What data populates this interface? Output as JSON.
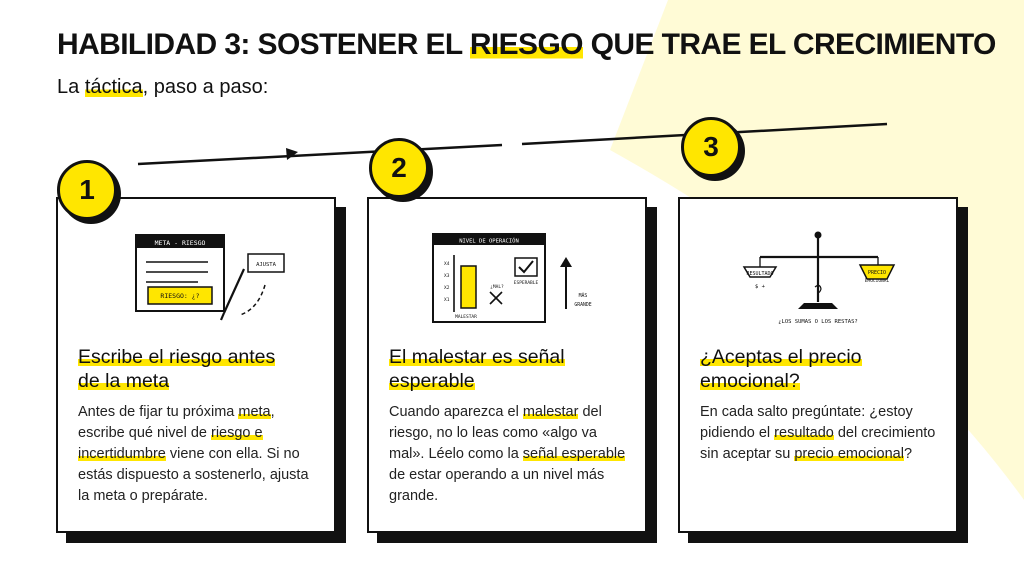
{
  "header": {
    "title_pre": "HABILIDAD 3: SOSTENER EL ",
    "title_hl": "RIESGO",
    "title_post": " QUE TRAE EL CRECIMIENTO",
    "subtitle_pre": "La ",
    "subtitle_hl": "táctica",
    "subtitle_post": ", paso a paso:"
  },
  "colors": {
    "accent": "#ffe600",
    "ink": "#111111",
    "bg_shape": "#fffbd6"
  },
  "cards": [
    {
      "number": "1",
      "title_line1": "Escribe el riesgo antes",
      "title_line2": "de la meta",
      "illustration": {
        "header": "META - RIESGO",
        "field": "RIESGO: ¿?",
        "note": "AJUSTA",
        "icon": "pencil-icon"
      },
      "body": [
        {
          "t": "Antes de fijar tu próxima "
        },
        {
          "t": "meta",
          "h": true
        },
        {
          "t": ", escribe qué nivel de "
        },
        {
          "t": "riesgo e incertidumbre",
          "h": true
        },
        {
          "t": " viene con ella. Si no estás dispuesto a sostenerlo, ajusta la meta o prepárate."
        }
      ]
    },
    {
      "number": "2",
      "title_line1": "El malestar es señal",
      "title_line2": "esperable",
      "illustration": {
        "header": "NIVEL DE OPERACIÓN",
        "axis_levels": [
          "X4",
          "X3",
          "X2",
          "X1"
        ],
        "axis_label": "MALESTAR",
        "wrong_label": "¿MAL?",
        "expected_label": "ESPERABLE",
        "growth_label_1": "MÁS",
        "growth_label_2": "GRANDE",
        "icon": "arrow-up-icon"
      },
      "body": [
        {
          "t": "Cuando aparezca el "
        },
        {
          "t": "malestar",
          "h": true
        },
        {
          "t": " del riesgo, no lo leas como «algo va mal». Léelo como la "
        },
        {
          "t": "señal esperable",
          "h": true
        },
        {
          "t": " de estar operando a un nivel más grande."
        }
      ]
    },
    {
      "number": "3",
      "title_line1": "¿Aceptas el precio",
      "title_line2": "emocional?",
      "illustration": {
        "left_label": "RESULTADO",
        "left_value": "$ +",
        "right_label_1": "PRECIO",
        "right_label_2": "EMOCIONAL",
        "caption": "¿LOS SUMAS O LOS RESTAS?",
        "icon": "balance-scale-icon"
      },
      "body": [
        {
          "t": "En cada salto pregúntate: ¿estoy pidiendo el "
        },
        {
          "t": "resultado",
          "h": true
        },
        {
          "t": " del crecimiento sin aceptar su "
        },
        {
          "t": "precio emocional",
          "h": true
        },
        {
          "t": "?"
        }
      ]
    }
  ]
}
